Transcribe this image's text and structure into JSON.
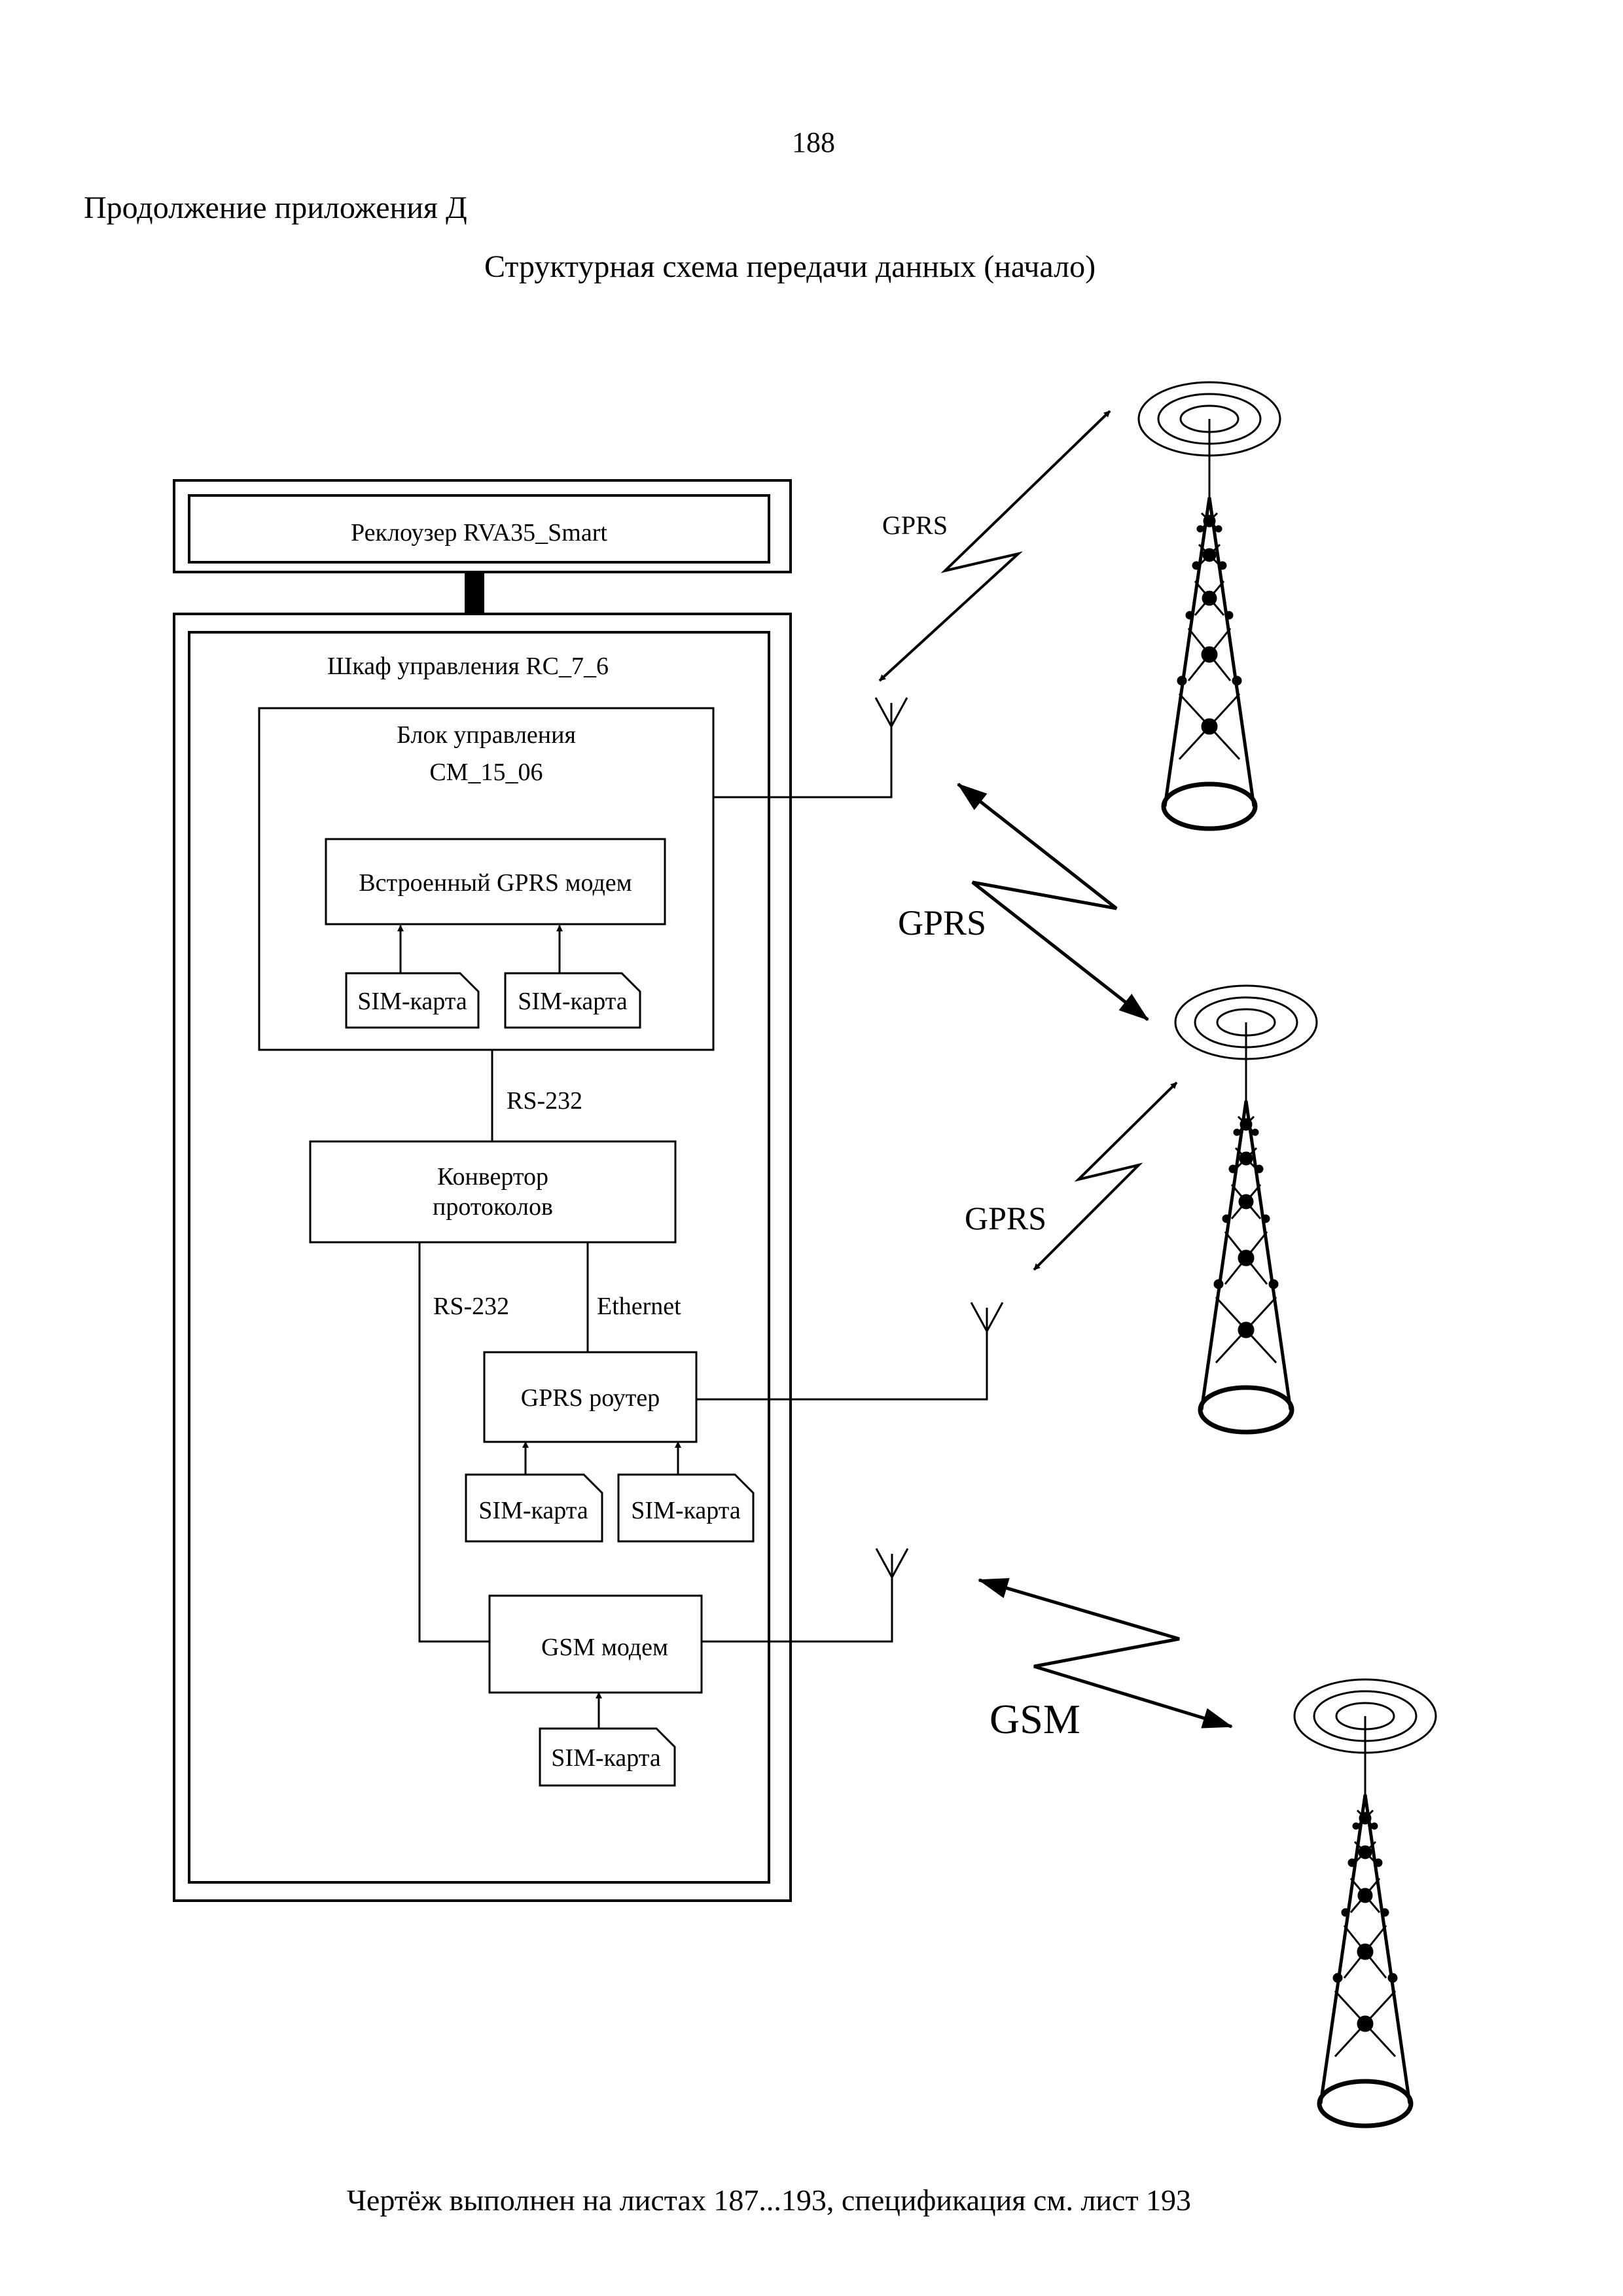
{
  "page_number": "188",
  "appendix_title": "Продолжение приложения Д",
  "diagram_title": "Структурная схема передачи данных (начало)",
  "footer_note": "Чертёж выполнен на листах 187...193, спецификация см. лист 193",
  "blocks": {
    "recloser": "Реклоузер RVA35_Smart",
    "cabinet": "Шкаф управления RC_7_6",
    "control_unit_line1": "Блок управления",
    "control_unit_line2": "CM_15_06",
    "builtin_modem": "Встроенный GPRS модем",
    "converter_line1": "Конвертор",
    "converter_line2": "протоколов",
    "gprs_router": "GPRS роутер",
    "gsm_modem": "GSM модем",
    "sim_card": "SIM-карта"
  },
  "links": {
    "rs232_top": "RS-232",
    "rs232_left": "RS-232",
    "ethernet": "Ethernet",
    "gprs_1": "GPRS",
    "gprs_2": "GPRS",
    "gprs_3": "GPRS",
    "gsm": "GSM"
  },
  "icons": [
    "antenna-icon",
    "cell-tower-icon",
    "radio-waves-icon",
    "lightning-link-icon",
    "arrow-up-icon"
  ]
}
